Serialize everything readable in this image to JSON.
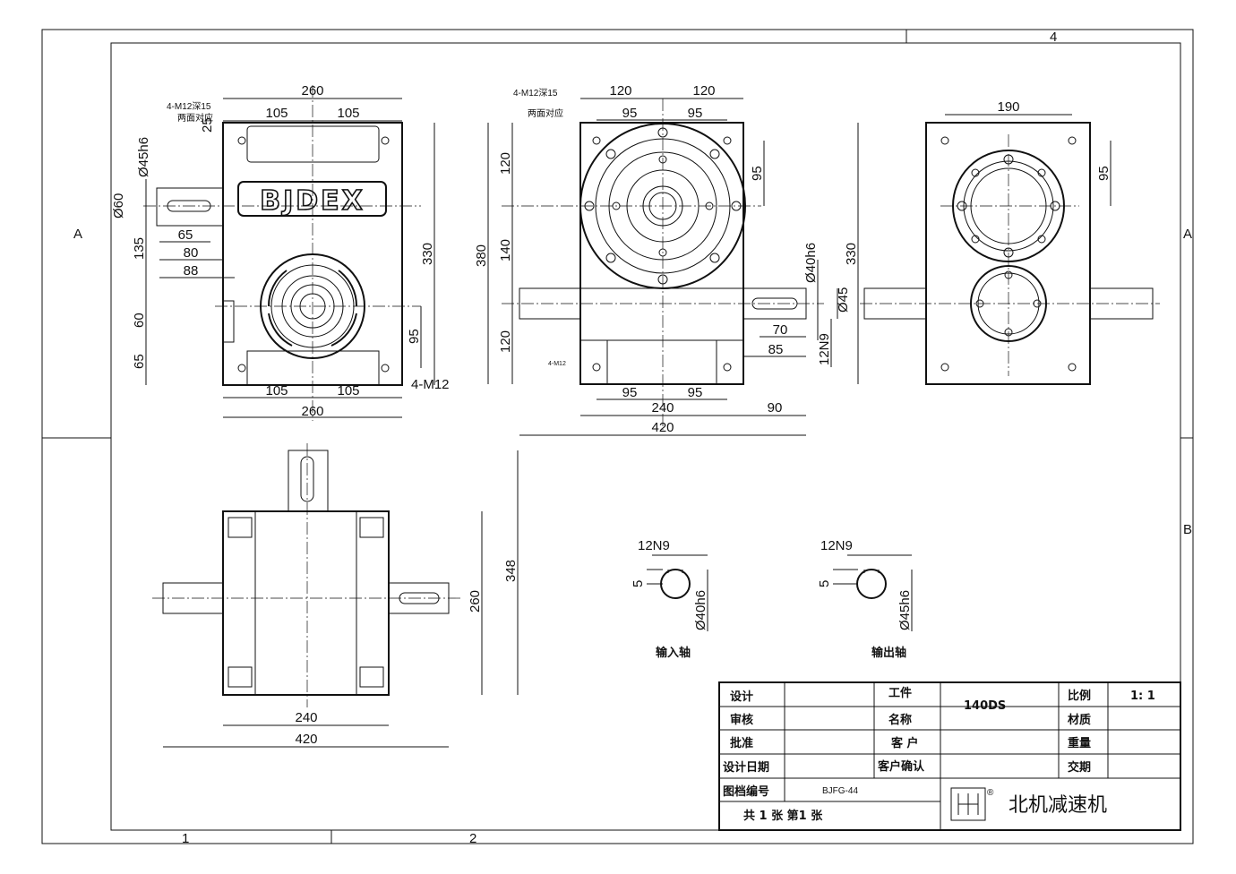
{
  "border": {
    "zone_top": "4",
    "zone_left_a": "A",
    "zone_right_a": "A",
    "zone_right_b": "B",
    "zone_bottom_1": "1",
    "zone_bottom_2": "2"
  },
  "view1": {
    "note_holes": "4-M12深15",
    "note_holes_sub": "两面对应",
    "brand": "BJDEX",
    "d_top_total": "260",
    "d_top_left": "105",
    "d_top_right": "105",
    "d_25": "25",
    "d_45h6": "Ø45h6",
    "d_60": "Ø60",
    "d_65": "65",
    "d_80": "80",
    "d_88": "88",
    "d_135": "135",
    "d_60v": "60",
    "d_65v": "65",
    "d_330": "330",
    "d_95": "95",
    "d_bot_left": "105",
    "d_bot_right": "105",
    "d_bot_total": "260",
    "note_m12": "4-M12"
  },
  "view2": {
    "note_holes": "4-M12深15",
    "note_holes_sub": "两面对应",
    "d_120l": "120",
    "d_120r": "120",
    "d_95l": "95",
    "d_95r": "95",
    "d_95v": "95",
    "d_380": "380",
    "d_120a": "120",
    "d_140": "140",
    "d_120b": "120",
    "d_40h6": "Ø40h6",
    "d_45": "Ø45",
    "d_330": "330",
    "d_70": "70",
    "d_85": "85",
    "d_12n9": "12N9",
    "d_bot95l": "95",
    "d_bot95r": "95",
    "d_240": "240",
    "d_90": "90",
    "d_420": "420",
    "note_m12": "4-M12"
  },
  "view3": {
    "d_190": "190",
    "d_95": "95"
  },
  "view4": {
    "d_348": "348",
    "d_260": "260",
    "d_240": "240",
    "d_420": "420"
  },
  "sections": {
    "in_key": "12N9",
    "in_depth": "5",
    "in_dia": "Ø40h6",
    "in_label": "输入轴",
    "out_key": "12N9",
    "out_depth": "5",
    "out_dia": "Ø45h6",
    "out_label": "输出轴"
  },
  "title_block": {
    "design": "设计",
    "review": "审核",
    "approve": "批准",
    "design_date": "设计日期",
    "part": "工件",
    "name": "名称",
    "customer": "客 户",
    "customer_confirm": "客户确认",
    "model": "140DS",
    "scale_label": "比例",
    "scale_value": "1: 1",
    "material": "材质",
    "weight": "重量",
    "delivery": "交期",
    "doc_no_label": "图档编号",
    "doc_no": "BJFG-44",
    "sheets": "共 1 张 第1 张",
    "company": "北机减速机",
    "logo_mark": "®"
  }
}
